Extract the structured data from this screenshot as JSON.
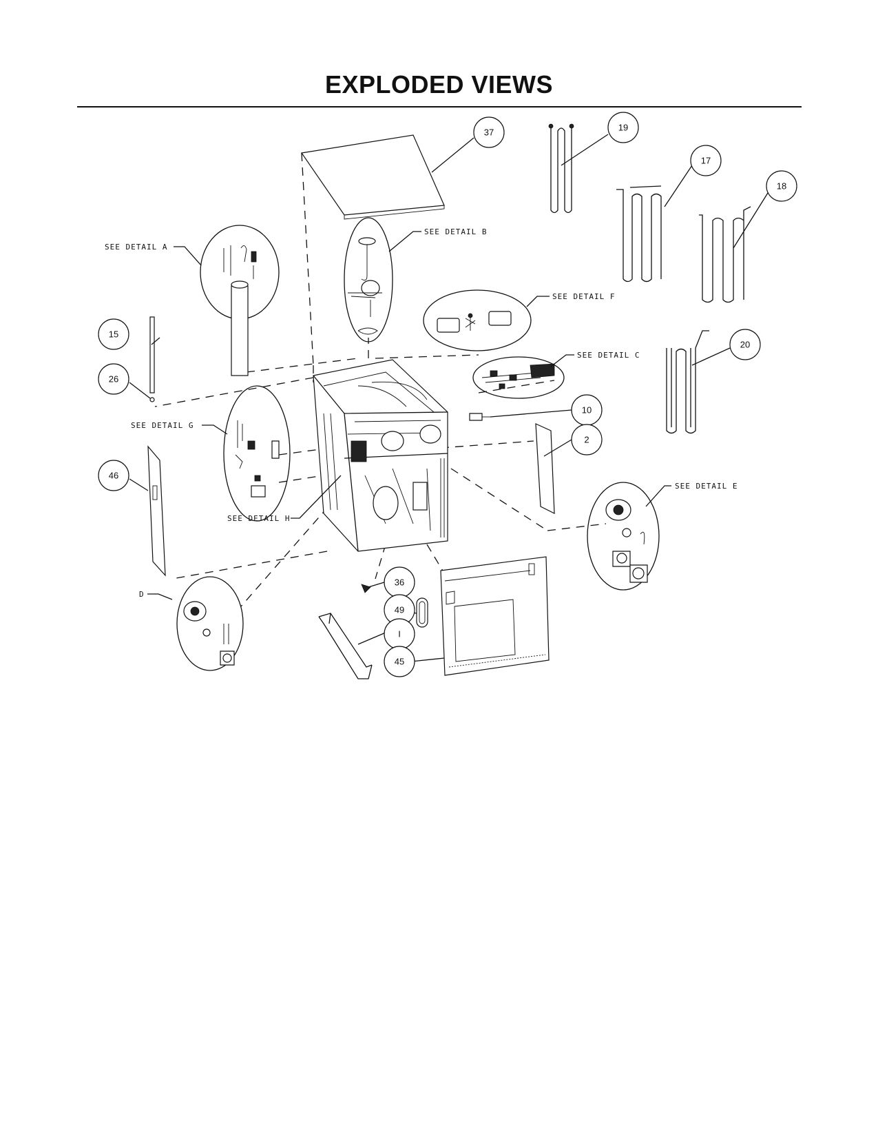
{
  "title": "EXPLODED VIEWS",
  "callouts": {
    "p37": "37",
    "p19": "19",
    "p17": "17",
    "p18": "18",
    "p15": "15",
    "p26": "26",
    "p20": "20",
    "p10": "10",
    "p2": "2",
    "p46": "46",
    "p36": "36",
    "p49": "49",
    "p1": "I",
    "p45": "45"
  },
  "details": {
    "a": "SEE DETAIL  A",
    "b": "SEE DETAIL  B",
    "f": "SEE DETAIL  F",
    "c": "SEE DETAIL  C",
    "g": "SEE DETAIL G",
    "h": "SEE DETAIL  H",
    "e": "SEE DETAIL  E",
    "d": "D"
  }
}
